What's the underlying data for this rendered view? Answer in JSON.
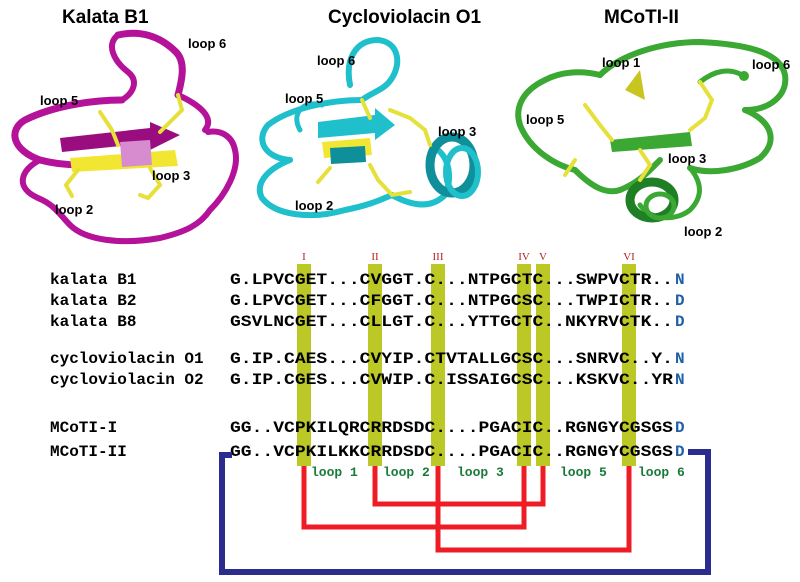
{
  "structures": [
    {
      "title": "Kalata B1",
      "color": "#b5129a",
      "loops": [
        "loop 6",
        "loop 5",
        "loop 3",
        "loop 2"
      ]
    },
    {
      "title": "Cycloviolacin O1",
      "color": "#1fbfcc",
      "loops": [
        "loop 6",
        "loop 5",
        "loop 3",
        "loop 2"
      ]
    },
    {
      "title": "MCoTI-II",
      "color": "#3aa832",
      "loops": [
        "loop 1",
        "loop 6",
        "loop 5",
        "loop 3",
        "loop 2"
      ]
    }
  ],
  "cysteine_labels": [
    "I",
    "II",
    "III",
    "IV",
    "V",
    "VI"
  ],
  "sequences": [
    {
      "name": "kalata B1",
      "seq": "G.LPVCGET...CVGGT.C...NTPGCTC...SWPVCTR..",
      "term": "N"
    },
    {
      "name": "kalata B2",
      "seq": "G.LPVCGET...CFGGT.C...NTPGCSC...TWPICTR..",
      "term": "D"
    },
    {
      "name": "kalata B8",
      "seq": "GSVLNCGET...CLLGT.C...YTTGCTC..NKYRVCTK..",
      "term": "D"
    },
    {
      "name": "cycloviolacin O1",
      "seq": "G.IP.CAES...CVYIP.CTVTALLGCSC...SNRVC..Y.",
      "term": "N"
    },
    {
      "name": "cycloviolacin O2",
      "seq": "G.IP.CGES...CVWIP.C.ISSAIGCSC...KSKVC..YR",
      "term": "N"
    },
    {
      "name": "MCoTI-I",
      "seq": "GG..VCPKILQRCRRDSDC....PGACIC..RGNGYCGSGS",
      "term": "D"
    },
    {
      "name": "MCoTI-II",
      "seq": "GG..VCPKILKKCRRDSDC....PGACIC..RGNGYCGSGS",
      "term": "D"
    }
  ],
  "loop_labels": [
    "loop 1",
    "loop 2",
    "loop 3",
    "loop 5",
    "loop 6"
  ],
  "colors": {
    "cys_column": "#bcc826",
    "disulfide": "#ee1c24",
    "backbone": "#2b2d8e",
    "loop_text": "#1a7a3a",
    "roman": "#b22222",
    "terminal_N": "#1f5fa8",
    "terminal_D": "#1f5fa8",
    "disulfide_stick": "#e6e03a"
  }
}
